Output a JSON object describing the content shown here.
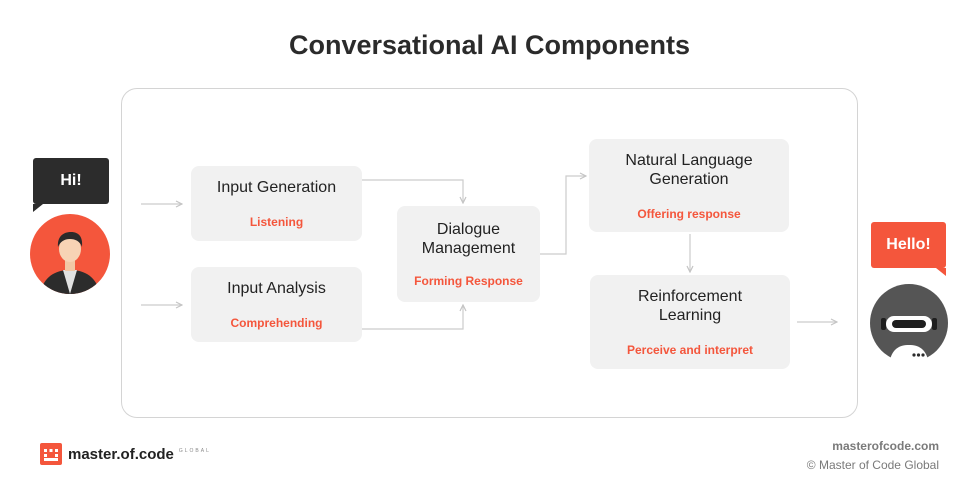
{
  "title": "Conversational AI Components",
  "user_bubble": "Hi!",
  "bot_bubble": "Hello!",
  "components": {
    "input_generation": {
      "name": "Input Generation",
      "sub": "Listening"
    },
    "input_analysis": {
      "name": "Input Analysis",
      "sub": "Comprehending"
    },
    "dialogue_management": {
      "name_line1": "Dialogue",
      "name_line2": "Management",
      "sub": "Forming Response"
    },
    "nlg": {
      "name_line1": "Natural Language",
      "name_line2": "Generation",
      "sub": "Offering response"
    },
    "reinforcement_learning": {
      "name_line1": "Reinforcement",
      "name_line2": "Learning",
      "sub": "Perceive and interpret"
    }
  },
  "logo": {
    "text": "master.of.code",
    "suffix": "GLOBAL"
  },
  "footer": {
    "site": "masterofcode.com",
    "copyright": "© Master of Code Global"
  },
  "colors": {
    "accent": "#f4563c",
    "dark": "#2c2c2c",
    "box": "#f1f1f1",
    "arrow": "#c8c8c8",
    "bot": "#555555"
  }
}
